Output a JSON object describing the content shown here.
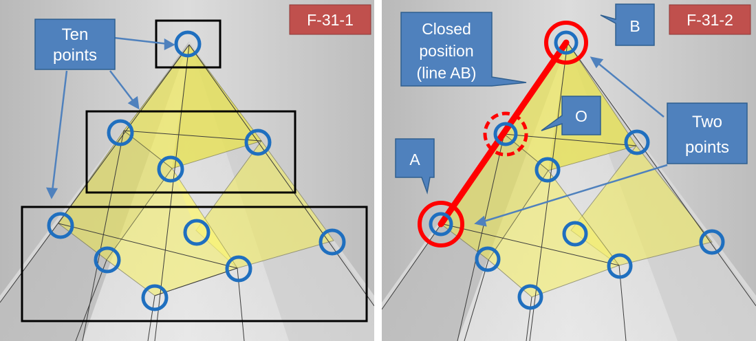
{
  "panels": [
    {
      "tag": "F-31-1",
      "callouts": {
        "ten_points": [
          "Ten",
          "points"
        ]
      }
    },
    {
      "tag": "F-31-2",
      "callouts": {
        "closed_position": [
          "Closed",
          "position",
          "(line AB)"
        ],
        "label_b": "B",
        "label_o": "O",
        "label_a": "A",
        "two_points": [
          "Two",
          "points"
        ]
      }
    }
  ],
  "colors": {
    "callout_fill": "#4f81bd",
    "callout_border": "#2f5f8f",
    "tag_fill": "#c0504d",
    "point_ring": "#1f6fbf",
    "highlight_red": "#ff0000",
    "pyramid_yellow": "#f2ec5c",
    "frame": "#000000"
  }
}
